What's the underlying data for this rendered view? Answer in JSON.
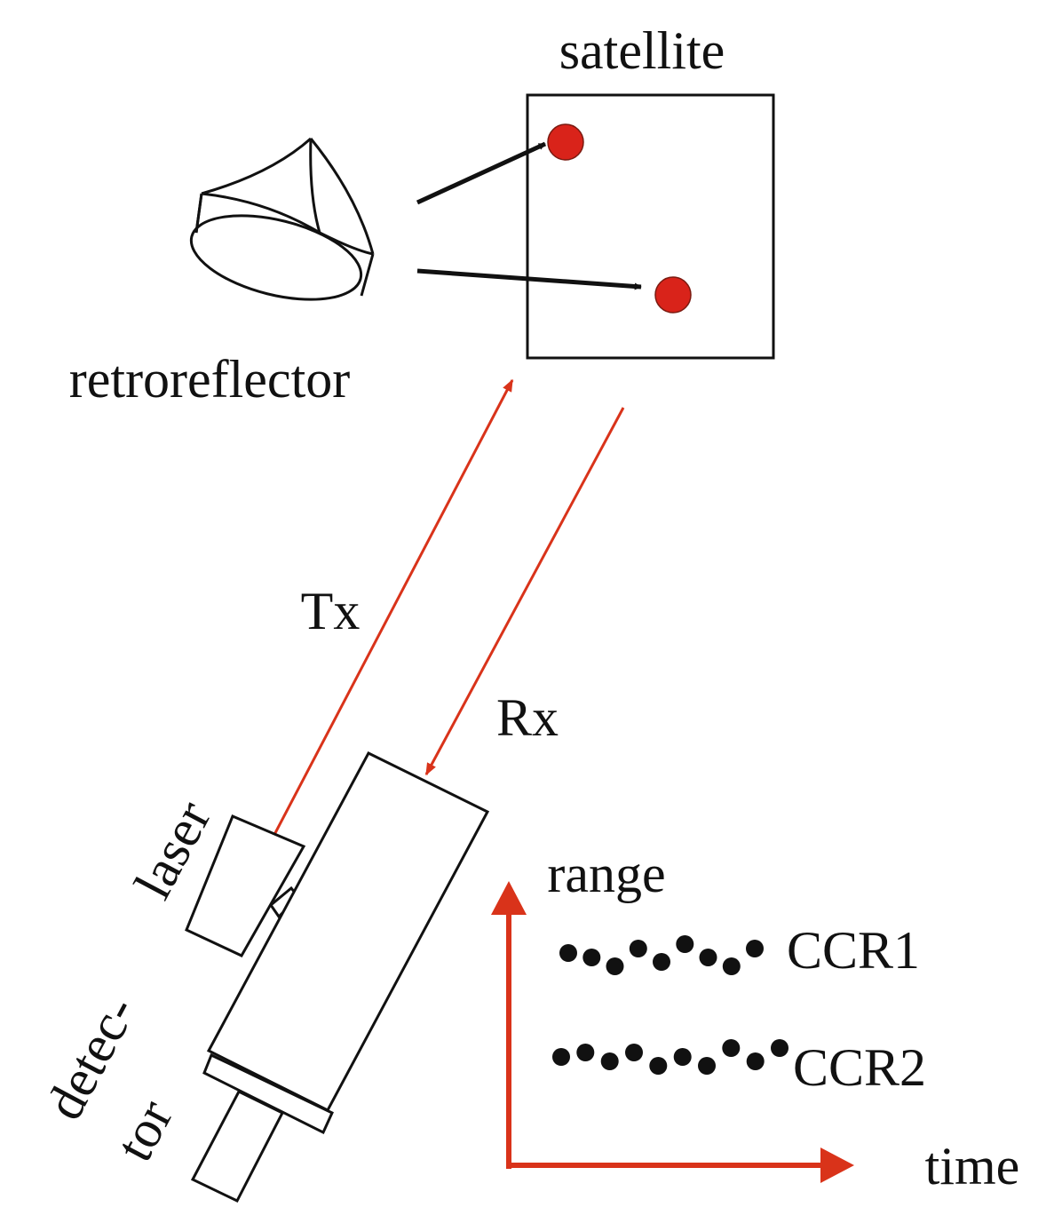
{
  "labels": {
    "satellite": "satellite",
    "retroreflector": "retroreflector",
    "tx": "Tx",
    "rx": "Rx",
    "laser": "laser",
    "detector_line1": "detec-",
    "detector_line2": "tor",
    "range": "range",
    "time": "time",
    "ccr1": "CCR1",
    "ccr2": "CCR2"
  },
  "colors": {
    "beam": "#d9331a",
    "ink": "#111111",
    "reflector_dot": "#d9231a",
    "axis": "#d9331a"
  },
  "range_plot": {
    "ccr1_offsets": [
      0,
      1,
      3,
      -1,
      2,
      -2,
      1,
      3,
      -1
    ],
    "ccr2_offsets": [
      0,
      -1,
      1,
      -1,
      2,
      0,
      2,
      -2,
      1,
      -2
    ]
  }
}
